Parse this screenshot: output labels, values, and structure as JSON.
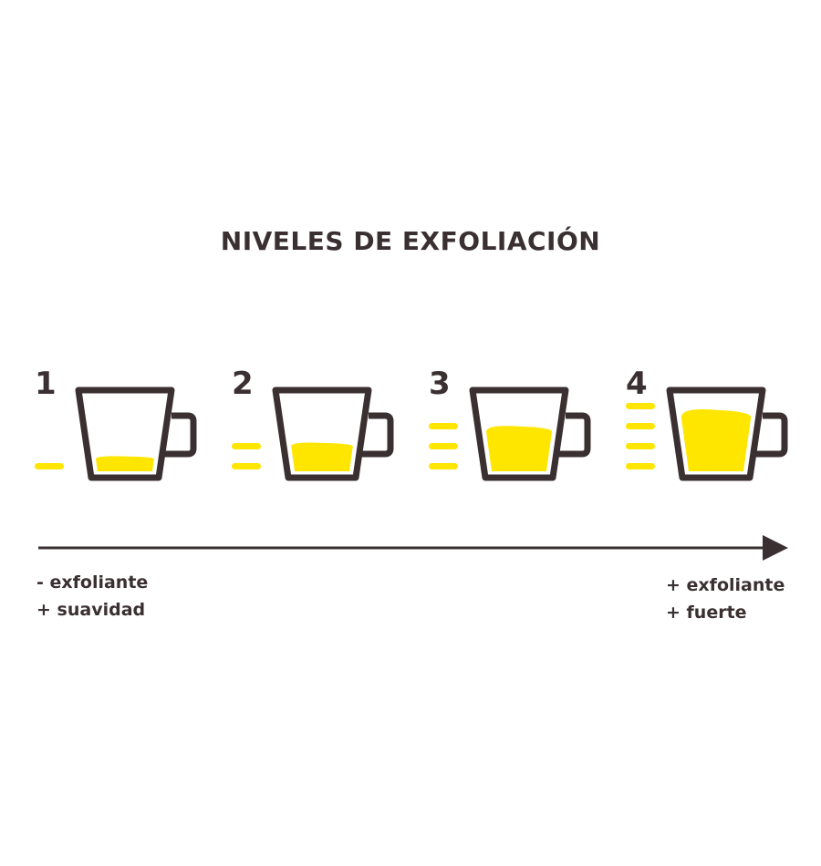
{
  "title": "NIVELES DE EXFOLIACIÓN",
  "levels": [
    {
      "number": "1",
      "bars": 1,
      "fill": 0.2
    },
    {
      "number": "2",
      "bars": 2,
      "fill": 0.38
    },
    {
      "number": "3",
      "bars": 3,
      "fill": 0.6
    },
    {
      "number": "4",
      "bars": 4,
      "fill": 0.82
    }
  ],
  "scale": {
    "left_caption": [
      "- exfoliante",
      "+ suavidad"
    ],
    "right_caption": [
      "+ exfoliante",
      "+ fuerte"
    ]
  },
  "colors": {
    "ink": "#3a3031",
    "accent": "#ffe600",
    "background": "#ffffff"
  }
}
